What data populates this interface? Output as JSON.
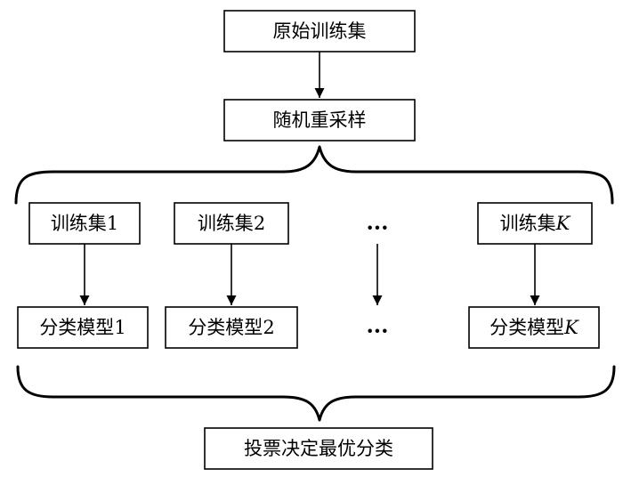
{
  "top": {
    "original_set": "原始训练集",
    "resample": "随机重采样"
  },
  "training_sets": [
    {
      "label": "训练集",
      "index": "1"
    },
    {
      "label": "训练集",
      "index": "2"
    },
    {
      "label": "训练集",
      "index": "K"
    }
  ],
  "models": [
    {
      "label": "分类模型",
      "index": "1"
    },
    {
      "label": "分类模型",
      "index": "2"
    },
    {
      "label": "分类模型",
      "index": "K"
    }
  ],
  "ellipsis": "···",
  "bottom": {
    "vote": "投票决定最优分类"
  }
}
